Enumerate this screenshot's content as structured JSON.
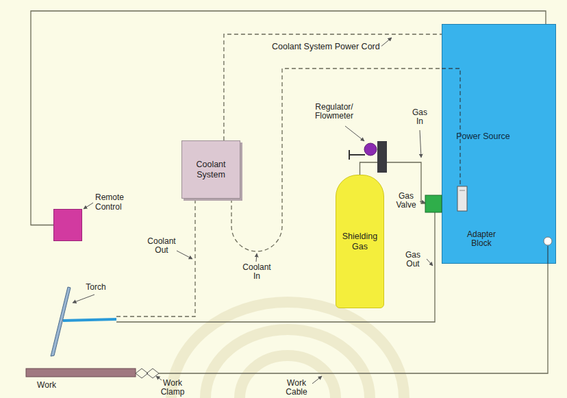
{
  "diagram": {
    "nodes": [
      {
        "text": [
          "Power Source"
        ]
      },
      {
        "text": [
          "Coolant System"
        ]
      },
      {
        "text": [
          "Shielding Gas"
        ]
      },
      {
        "text": [
          "Remote Control"
        ]
      }
    ],
    "edges": [
      {
        "from": 1,
        "to": 0,
        "arrow": "none",
        "label": "Coolant System Power Cord"
      },
      {
        "from": 3,
        "to": 0,
        "arrow": "none"
      },
      {
        "from": 2,
        "to": 0,
        "arrow": "none"
      }
    ],
    "labels": [
      "Regulator/ Flowmeter",
      "Gas In",
      "Gas Valve",
      "Coolant Out",
      "Adapter Block",
      "Coolant In",
      "Gas Out",
      "Torch",
      "Work",
      "Work Clamp",
      "Work Cable"
    ]
  }
}
